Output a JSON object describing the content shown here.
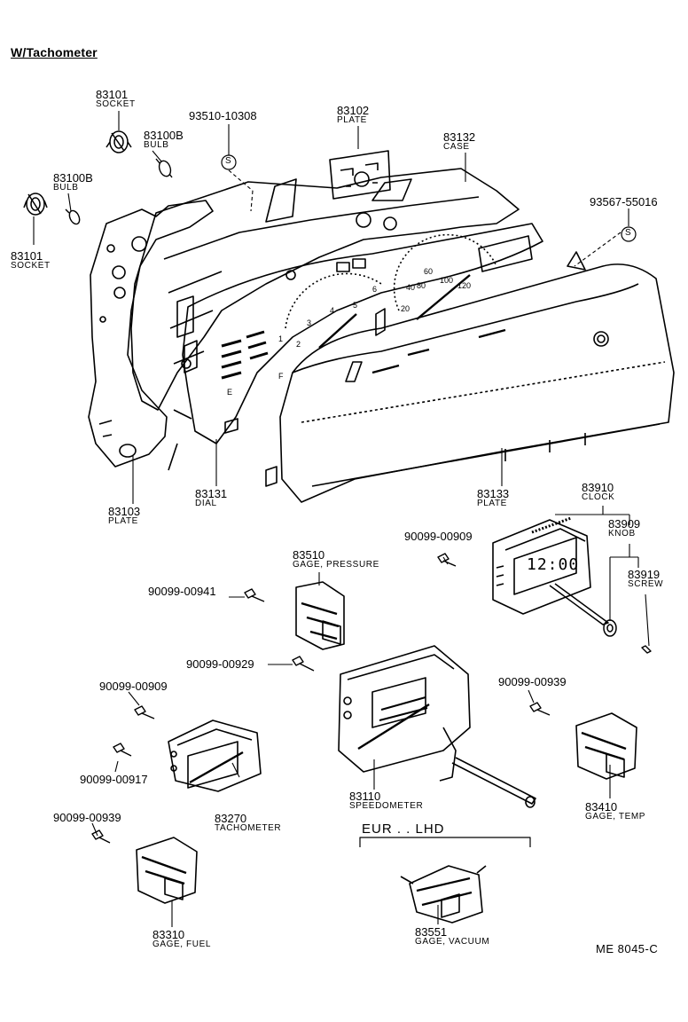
{
  "title": "W/Tachometer",
  "group_label": "EUR . . LHD",
  "reference": "ME  8045-C",
  "parts": [
    {
      "pn": "83101",
      "name": "SOCKET"
    },
    {
      "pn": "83100B",
      "name": "BULB"
    },
    {
      "pn": "93510-10308",
      "name": ""
    },
    {
      "pn": "83102",
      "name": "PLATE"
    },
    {
      "pn": "83132",
      "name": "CASE"
    },
    {
      "pn": "83100B",
      "name": "BULB"
    },
    {
      "pn": "83101",
      "name": "SOCKET"
    },
    {
      "pn": "93567-55016",
      "name": ""
    },
    {
      "pn": "83103",
      "name": "PLATE"
    },
    {
      "pn": "83131",
      "name": "DIAL"
    },
    {
      "pn": "83133",
      "name": "PLATE"
    },
    {
      "pn": "83910",
      "name": "CLOCK"
    },
    {
      "pn": "83909",
      "name": "KNOB"
    },
    {
      "pn": "83919",
      "name": "SCREW"
    },
    {
      "pn": "90099-00909",
      "name": ""
    },
    {
      "pn": "83510",
      "name": "GAGE, PRESSURE"
    },
    {
      "pn": "90099-00941",
      "name": ""
    },
    {
      "pn": "90099-00929",
      "name": ""
    },
    {
      "pn": "90099-00909",
      "name": ""
    },
    {
      "pn": "90099-00939",
      "name": ""
    },
    {
      "pn": "90099-00917",
      "name": ""
    },
    {
      "pn": "83270",
      "name": "TACHOMETER"
    },
    {
      "pn": "83110",
      "name": "SPEEDOMETER"
    },
    {
      "pn": "83410",
      "name": "GAGE, TEMP"
    },
    {
      "pn": "90099-00939",
      "name": ""
    },
    {
      "pn": "83310",
      "name": "GAGE, FUEL"
    },
    {
      "pn": "83551",
      "name": "GAGE, VACUUM"
    }
  ],
  "clock_display": "12:00",
  "dial_marks": [
    "1",
    "2",
    "3",
    "4",
    "5",
    "6",
    "20",
    "40",
    "60",
    "80",
    "100",
    "120",
    "E",
    "F"
  ]
}
